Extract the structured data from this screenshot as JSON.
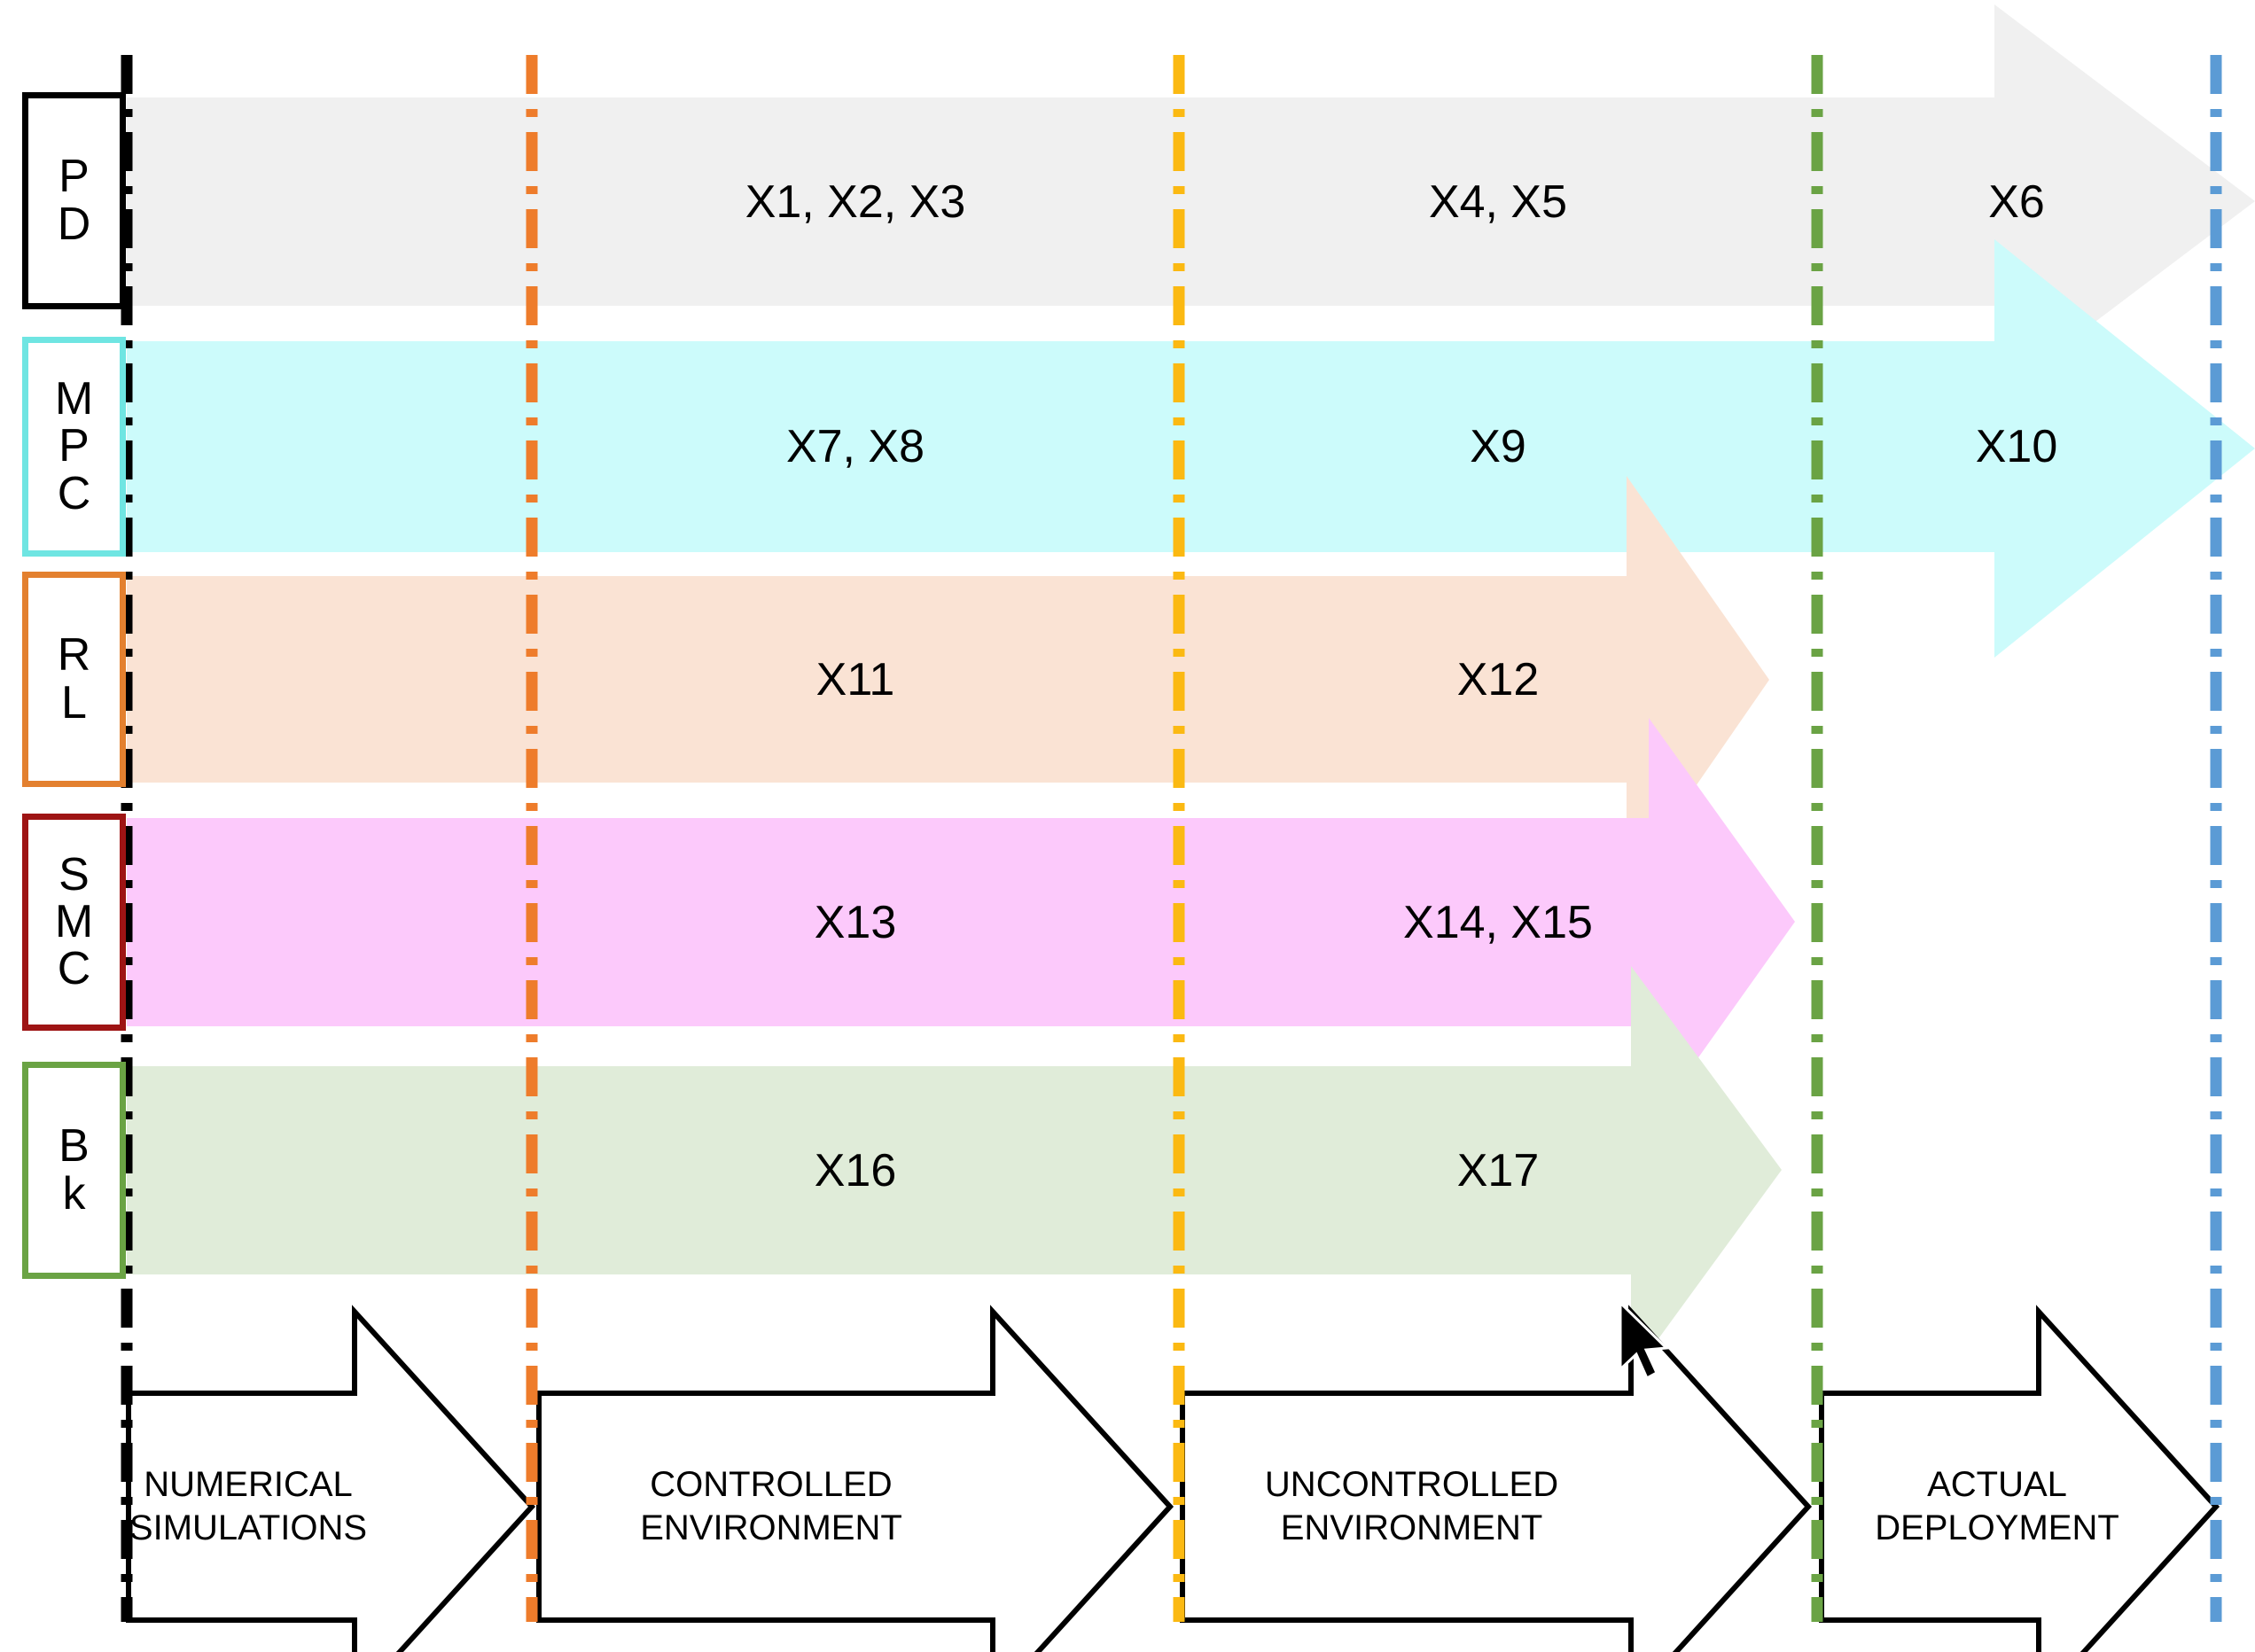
{
  "figure": {
    "type": "diagram",
    "description": "Control-method maturity roadmap: five control approach rows (bands with arrows) spanning four deployment phases"
  },
  "colors": {
    "pd_band": "#f0f0f0",
    "pd_border": "#000000",
    "mpc_band": "#ccfbfb",
    "mpc_border": "#6fe5e2",
    "rl_band": "#fae3d4",
    "rl_border": "#e3802f",
    "smc_band": "#fcc9fb",
    "smc_border": "#9e1414",
    "bk_band": "#e0ecd9",
    "bk_border": "#6aa344",
    "divider_start": "#000000",
    "divider_controlled": "#ee7c2b",
    "divider_uncontrolled": "#fbb912",
    "divider_deployment": "#6aa344",
    "divider_end": "#5b9bd5",
    "phase_outline": "#000000"
  },
  "rows": [
    {
      "id": "pd",
      "label_lines": [
        "P",
        "D"
      ],
      "label_full": "PD",
      "cells": [
        {
          "phase": "controlled",
          "text": "X1, X2, X3"
        },
        {
          "phase": "uncontrolled",
          "text": "X4, X5"
        },
        {
          "phase": "deployment",
          "text": "X6"
        }
      ]
    },
    {
      "id": "mpc",
      "label_lines": [
        "M",
        "P",
        "C"
      ],
      "label_full": "MPC",
      "cells": [
        {
          "phase": "controlled",
          "text": "X7, X8"
        },
        {
          "phase": "uncontrolled",
          "text": "X9"
        },
        {
          "phase": "deployment",
          "text": "X10"
        }
      ]
    },
    {
      "id": "rl",
      "label_lines": [
        "R",
        "L"
      ],
      "label_full": "RL",
      "cells": [
        {
          "phase": "controlled",
          "text": "X11"
        },
        {
          "phase": "uncontrolled",
          "text": "X12"
        }
      ]
    },
    {
      "id": "smc",
      "label_lines": [
        "S",
        "M",
        "C"
      ],
      "label_full": "SMC",
      "cells": [
        {
          "phase": "controlled",
          "text": "X13"
        },
        {
          "phase": "uncontrolled",
          "text": "X14, X15"
        }
      ]
    },
    {
      "id": "bk",
      "label_lines": [
        "B",
        "k"
      ],
      "label_full": "Bk",
      "cells": [
        {
          "phase": "controlled",
          "text": "X16"
        },
        {
          "phase": "uncontrolled",
          "text": "X17"
        }
      ]
    }
  ],
  "phases": [
    {
      "id": "numerical",
      "lines": [
        "NUMERICAL",
        "SIMULATIONS"
      ]
    },
    {
      "id": "controlled",
      "lines": [
        "CONTROLLED",
        "ENVIRONMENT"
      ]
    },
    {
      "id": "uncontrolled",
      "lines": [
        "UNCONTROLLED",
        "ENVIRONMENT"
      ]
    },
    {
      "id": "deployment",
      "lines": [
        "ACTUAL",
        "DEPLOYMENT"
      ]
    }
  ]
}
